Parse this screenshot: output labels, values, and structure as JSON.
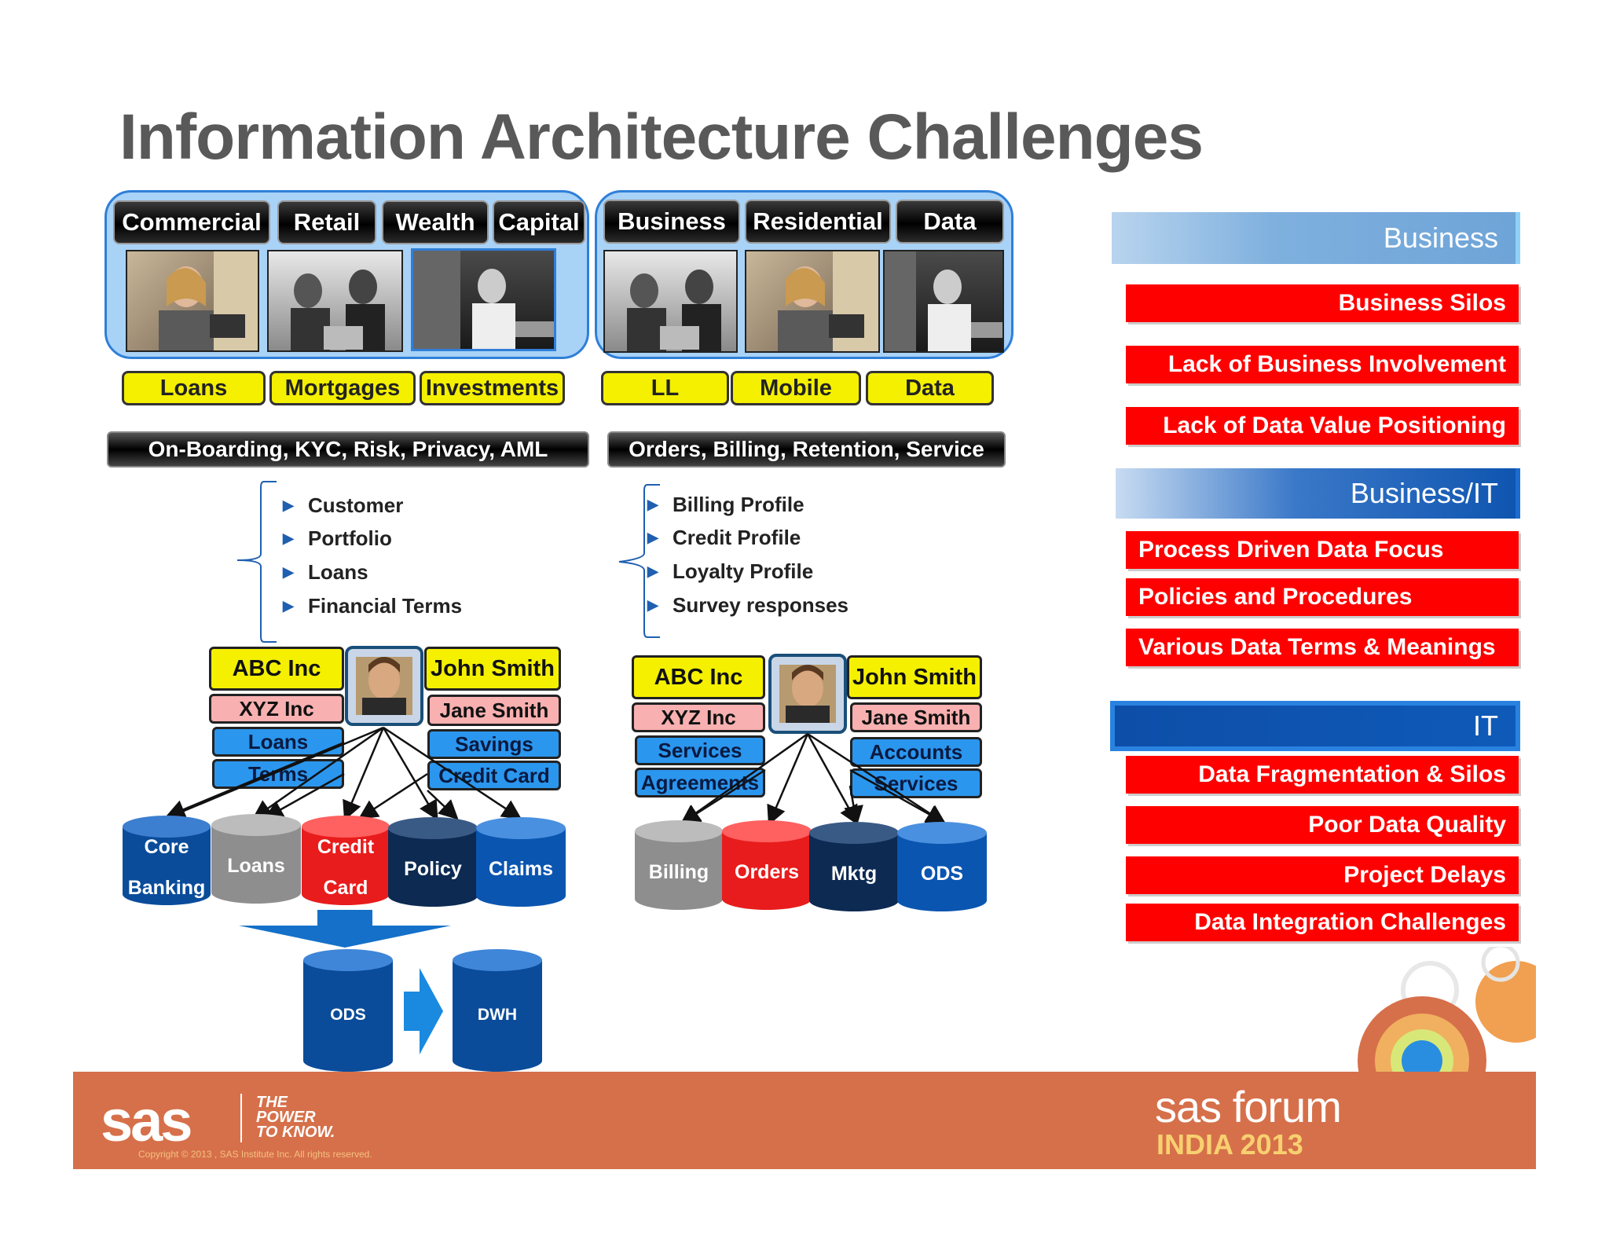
{
  "title": "Information Architecture Challenges",
  "left": {
    "segments": [
      "Commercial",
      "Retail",
      "Wealth",
      "Capital"
    ],
    "products": [
      "Loans",
      "Mortgages",
      "Investments"
    ],
    "process_bar": "On-Boarding, KYC, Risk, Privacy, AML",
    "bullets": [
      "Customer",
      "Portfolio",
      "Loans",
      "Financial Terms"
    ],
    "entities_left": [
      "ABC Inc",
      "XYZ Inc",
      "Loans",
      "Terms"
    ],
    "entities_right": [
      "John Smith",
      "Jane Smith",
      "Savings",
      "Credit Card"
    ],
    "systems": [
      [
        "Core",
        "Banking"
      ],
      [
        "Loans"
      ],
      [
        "Credit",
        "Card"
      ],
      [
        "Policy"
      ],
      [
        "Claims"
      ]
    ],
    "targets": [
      "ODS",
      "DWH"
    ]
  },
  "right": {
    "segments": [
      "Business",
      "Residential",
      "Data"
    ],
    "products": [
      "LL",
      "Mobile",
      "Data"
    ],
    "process_bar": "Orders, Billing, Retention, Service",
    "bullets": [
      "Billing Profile",
      "Credit Profile",
      "Loyalty Profile",
      "Survey responses"
    ],
    "entities_left": [
      "ABC Inc",
      "XYZ Inc",
      "Services",
      "Agreements"
    ],
    "entities_right": [
      "John Smith",
      "Jane Smith",
      "Accounts",
      "Services"
    ],
    "systems": [
      "Billing",
      "Orders",
      "Mktg",
      "ODS"
    ]
  },
  "challenges": {
    "business_header": "Business",
    "business": [
      "Business Silos",
      "Lack of Business Involvement",
      "Lack of  Data Value Positioning"
    ],
    "business_it_header": "Business/IT",
    "business_it": [
      "Process Driven Data Focus",
      "Policies and Procedures",
      "Various Data Terms & Meanings"
    ],
    "it_header": "IT",
    "it": [
      "Data Fragmentation & Silos",
      "Poor Data Quality",
      "Project Delays",
      "Data Integration Challenges"
    ]
  },
  "footer": {
    "logo": "sas",
    "tagline": [
      "THE",
      "POWER",
      "TO KNOW."
    ],
    "copyright": "Copyright © 2013 , SAS Institute Inc. All rights reserved.",
    "event_name": "sas forum",
    "event_sub": "INDIA 2013"
  },
  "colors": {
    "red": "#ff0000",
    "yellow": "#f4f000",
    "blue": "#2b96ee",
    "dark_blue": "#0a4c9a",
    "footer": "#d6704a"
  }
}
